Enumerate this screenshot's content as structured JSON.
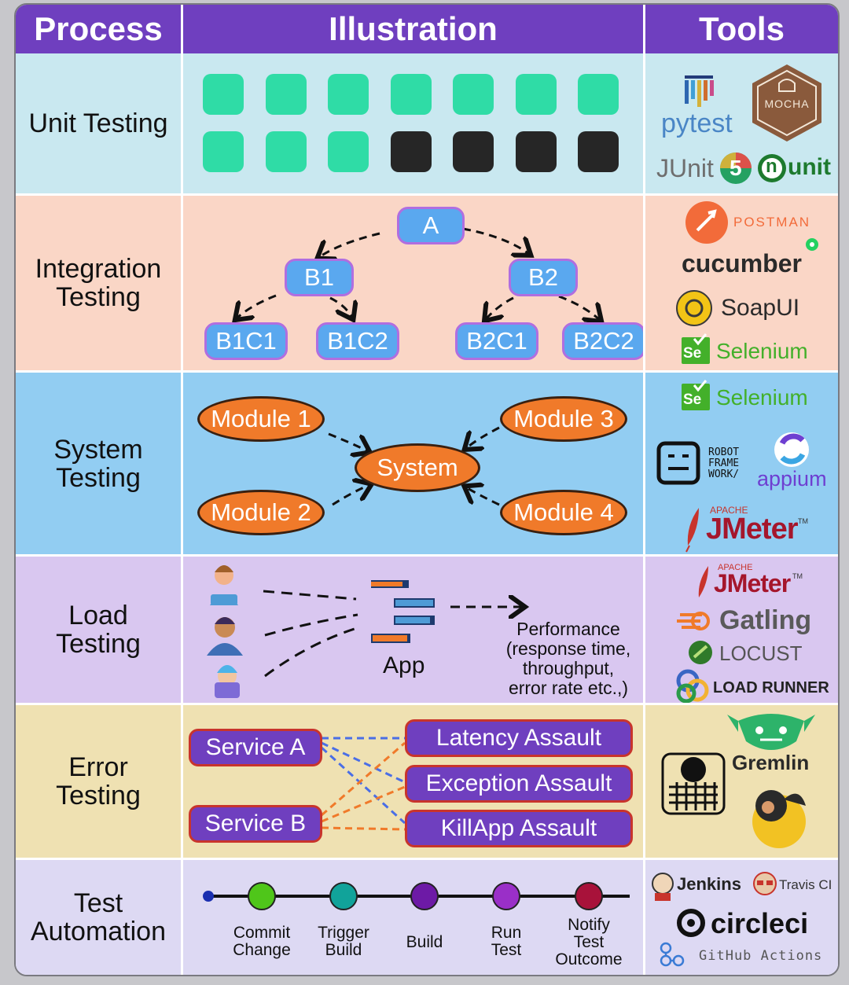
{
  "header": {
    "process": "Process",
    "illustration": "Illustration",
    "tools": "Tools"
  },
  "colors": {
    "header": "#6f3fbf",
    "unit": "#c9e8f0",
    "integration": "#fad6c6",
    "system": "#92cdf2",
    "load": "#d9c7f0",
    "error": "#efe1b2",
    "automation": "#ddd9f3",
    "green_block": "#2fdca6",
    "black_block": "#262626",
    "pill_blue": "#5aa8ef",
    "module_orange": "#f07a2a",
    "assault_purple": "#6f3fbf"
  },
  "rows": {
    "unit": {
      "title": "Unit Testing",
      "blocks_top": [
        "green",
        "green",
        "green",
        "green",
        "green",
        "green",
        "green"
      ],
      "blocks_bottom": [
        "green",
        "green",
        "green",
        "black",
        "black",
        "black",
        "black"
      ],
      "tools": {
        "pytest": "pytest",
        "mocha": "MOCHA",
        "junit": "JUnit",
        "junit_ver": "5",
        "nunit_n": "n",
        "nunit": "unit"
      }
    },
    "integration": {
      "title": [
        "Integration",
        "Testing"
      ],
      "nodes": {
        "a": "A",
        "b1": "B1",
        "b2": "B2",
        "b1c1": "B1C1",
        "b1c2": "B1C2",
        "b2c1": "B2C1",
        "b2c2": "B2C2"
      },
      "tools": {
        "postman": "POSTMAN",
        "cucumber": "cucumber",
        "soapui": "SoapUI",
        "se": "Se",
        "selenium": "Selenium"
      }
    },
    "system": {
      "title": [
        "System",
        "Testing"
      ],
      "center": "System",
      "modules": [
        "Module 1",
        "Module 2",
        "Module 3",
        "Module 4"
      ],
      "tools": {
        "se": "Se",
        "selenium": "Selenium",
        "robot": [
          "ROBOT",
          "FRAME",
          "WORK/"
        ],
        "appium": "appium",
        "apache": "APACHE",
        "jmeter": "JMeter",
        "tm": "TM"
      }
    },
    "load": {
      "title": [
        "Load",
        "Testing"
      ],
      "app": "App",
      "performance": [
        "Performance",
        "(response time,",
        "throughput,",
        "error rate etc.,)"
      ],
      "tools": {
        "apache": "APACHE",
        "jmeter": "JMeter",
        "tm": "TM",
        "gatling": "Gatling",
        "locust": "LOCUST",
        "loadrunner": "LOAD RUNNER"
      }
    },
    "error": {
      "title": [
        "Error",
        "Testing"
      ],
      "services": [
        "Service A",
        "Service B"
      ],
      "assaults": [
        "Latency Assault",
        "Exception Assault",
        "KillApp Assault"
      ],
      "tools": {
        "gremlin": "Gremlin"
      }
    },
    "automation": {
      "title": [
        "Test",
        "Automation"
      ],
      "steps": [
        {
          "label": [
            "Commit",
            "Change"
          ],
          "color": "#4fc61a"
        },
        {
          "label": [
            "Trigger",
            "Build"
          ],
          "color": "#11a39a"
        },
        {
          "label": [
            "Build"
          ],
          "color": "#6d1aa6"
        },
        {
          "label": [
            "Run",
            "Test"
          ],
          "color": "#9a2fc8"
        },
        {
          "label": [
            "Notify",
            "Test",
            "Outcome"
          ],
          "color": "#a8123a"
        }
      ],
      "tools": {
        "jenkins": "Jenkins",
        "travis": "Travis CI",
        "circleci": "circleci",
        "github": "GitHub Actions"
      }
    }
  }
}
